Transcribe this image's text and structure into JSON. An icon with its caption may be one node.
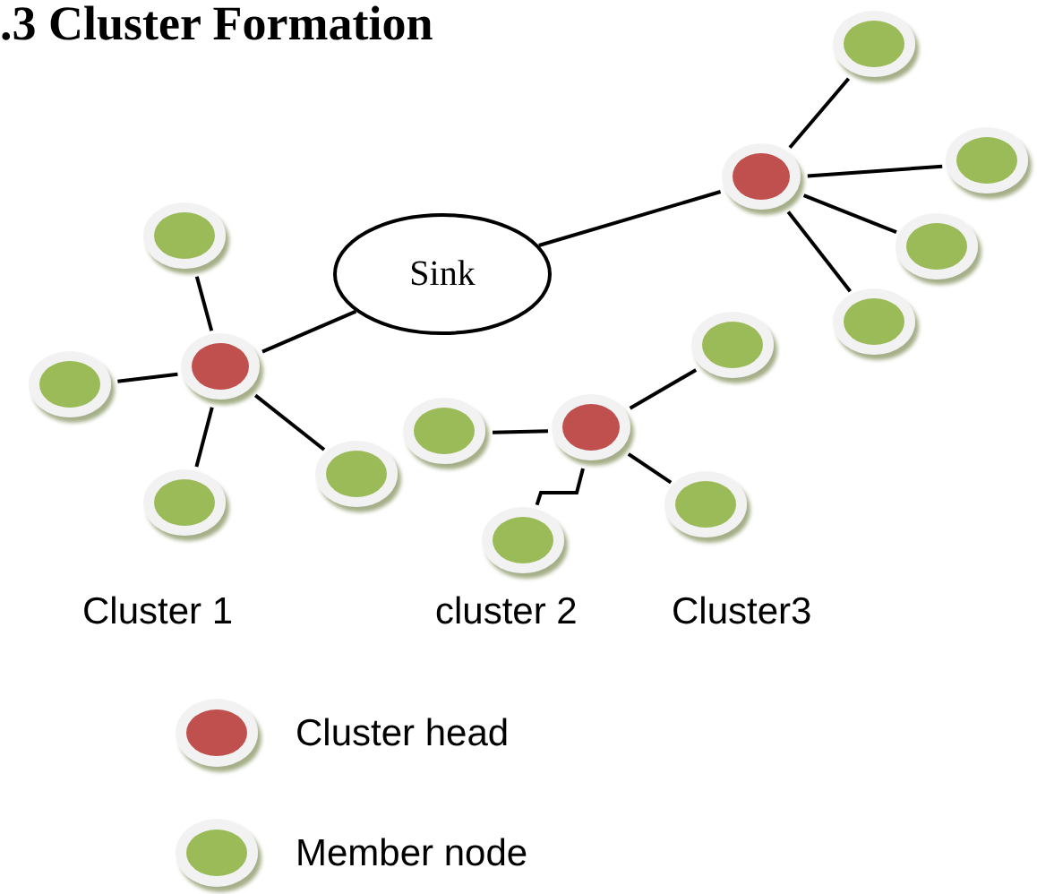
{
  "diagram": {
    "title": ".3 Cluster Formation",
    "nodes": [
      {
        "text": [
          "Sink"
        ]
      },
      {
        "text": [],
        "shape": "circle"
      },
      {
        "text": [],
        "shape": "circle"
      },
      {
        "text": [],
        "shape": "circle"
      },
      {
        "text": [],
        "shape": "circle"
      },
      {
        "text": [],
        "shape": "circle"
      },
      {
        "text": [],
        "shape": "circle"
      },
      {
        "text": [],
        "shape": "circle"
      },
      {
        "text": [],
        "shape": "circle"
      },
      {
        "text": [],
        "shape": "circle"
      },
      {
        "text": [],
        "shape": "circle"
      },
      {
        "text": [],
        "shape": "circle"
      },
      {
        "text": [],
        "shape": "circle"
      },
      {
        "text": [],
        "shape": "circle"
      },
      {
        "text": [],
        "shape": "circle"
      },
      {
        "text": [],
        "shape": "circle"
      }
    ],
    "edges": [
      {
        "from": 0,
        "to": 1,
        "arrow": "none"
      },
      {
        "from": 0,
        "to": 3,
        "arrow": "none"
      },
      {
        "from": 1,
        "to": 4,
        "arrow": "none"
      },
      {
        "from": 1,
        "to": 5,
        "arrow": "none"
      },
      {
        "from": 1,
        "to": 6,
        "arrow": "none"
      },
      {
        "from": 1,
        "to": 7,
        "arrow": "none"
      },
      {
        "from": 2,
        "to": 8,
        "arrow": "none"
      },
      {
        "from": 2,
        "to": 9,
        "arrow": "none"
      },
      {
        "from": 2,
        "to": 10,
        "arrow": "none"
      },
      {
        "from": 2,
        "to": 11,
        "arrow": "none"
      },
      {
        "from": 3,
        "to": 12,
        "arrow": "none"
      },
      {
        "from": 3,
        "to": 13,
        "arrow": "none"
      },
      {
        "from": 3,
        "to": 14,
        "arrow": "none"
      },
      {
        "from": 3,
        "to": 15,
        "arrow": "none"
      }
    ],
    "labels": [
      "Cluster 1",
      "cluster 2",
      "Cluster3"
    ],
    "legend": [
      {
        "text": "Cluster head",
        "color": "#c0504d"
      },
      {
        "text": "Member node",
        "color": "#9bbb59"
      }
    ]
  }
}
